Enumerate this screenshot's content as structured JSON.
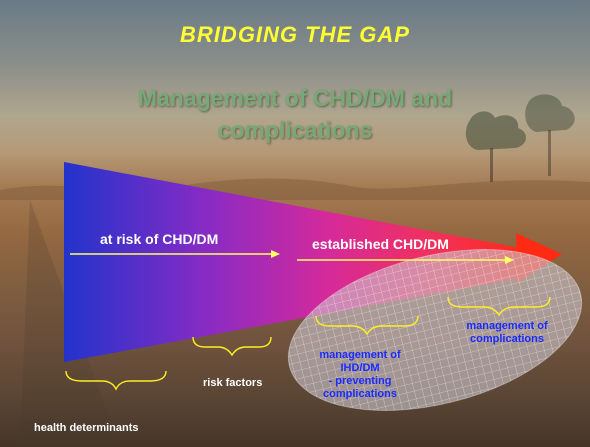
{
  "slide": {
    "title": "BRIDGING THE GAP",
    "subtitle_line1": "Management of CHD/DM and",
    "subtitle_line2": "complications"
  },
  "diagram": {
    "label_at_risk": "at risk of CHD/DM",
    "label_established": "established CHD/DM",
    "label_risk_factors": "risk factors",
    "label_health_determinants": "health determinants",
    "label_management_ihd": [
      "management of",
      "IHD/DM",
      "- preventing",
      "complications"
    ],
    "label_management_complications": [
      "management of",
      "complications"
    ]
  },
  "colors": {
    "title": "#ffff33",
    "subtitle": "#78a878",
    "wedge_start": "#2233cc",
    "wedge_mid": "#cc2299",
    "wedge_end": "#ff2a1a",
    "arrow_line": "#ffff66",
    "brace": "#ffee22",
    "blue_text": "#1a2cff"
  }
}
